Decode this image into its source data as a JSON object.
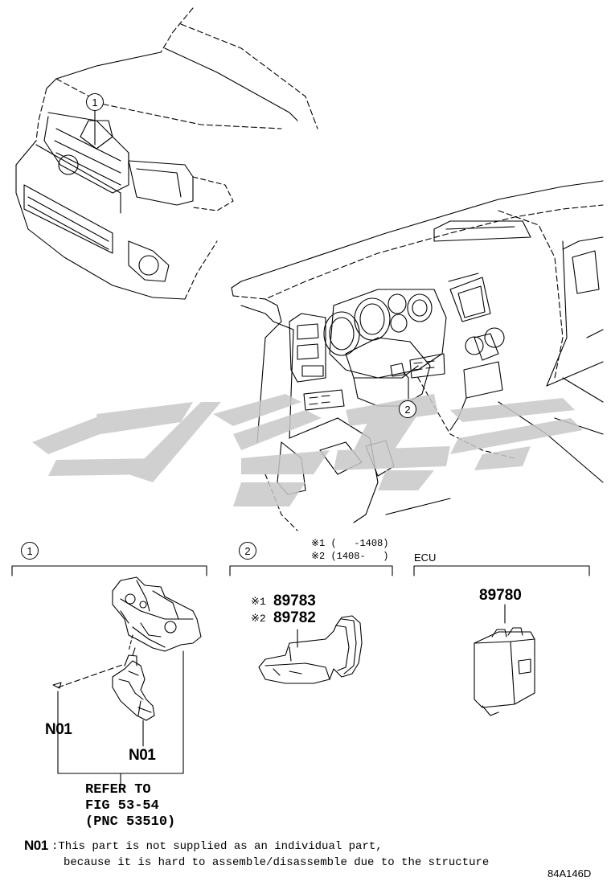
{
  "callouts": {
    "top_hood": "1",
    "top_dash": "2",
    "section1": "1",
    "section2": "2"
  },
  "section2": {
    "note1": "※1 (   -1408)",
    "note2": "※2 (1408-   )",
    "part1_mark": "※1",
    "part1_number": "89783",
    "part2_mark": "※2",
    "part2_number": "89782"
  },
  "ecu": {
    "label": "ECU",
    "part_number": "89780"
  },
  "section1": {
    "n01_left": "N01",
    "n01_bottom": "N01",
    "refer_line1": "REFER TO",
    "refer_line2": "FIG 53-54",
    "refer_line3": "(PNC 53510)"
  },
  "footnote": {
    "code": "N01",
    "line1": ":This part is not supplied as an individual part,",
    "line2": "because it is hard to assemble/disassemble due to the structure"
  },
  "figure_id": "84A146D",
  "colors": {
    "line": "#000000",
    "watermark": "#c8c8c8"
  }
}
